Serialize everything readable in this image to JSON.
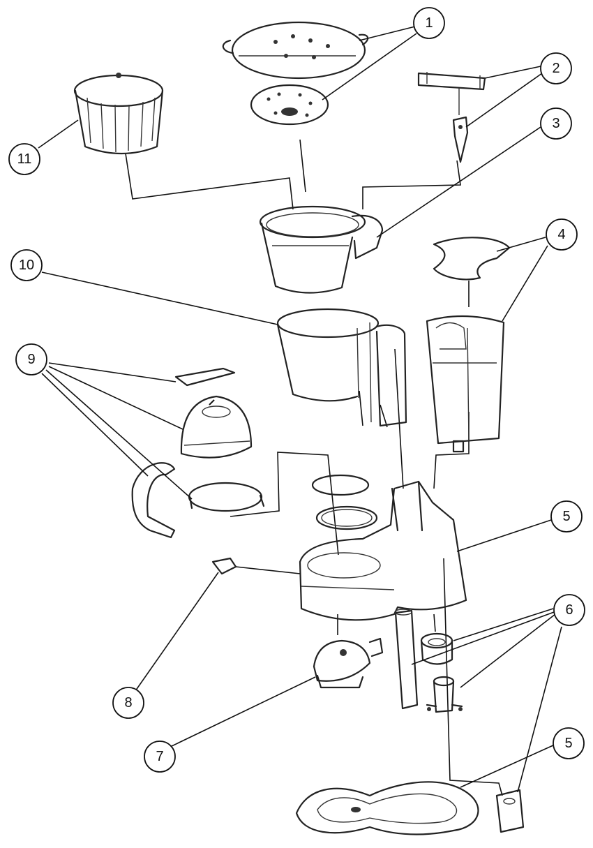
{
  "callouts": [
    "1",
    "2",
    "3",
    "4",
    "5",
    "6",
    "7",
    "8",
    "9",
    "10",
    "11",
    "5"
  ],
  "colors": {
    "line": "#222222",
    "background": "#ffffff"
  },
  "parts": [
    "filter-lid",
    "shower-head",
    "valve-spring",
    "filter-holder",
    "reservoir-lid",
    "water-reservoir",
    "base-housing",
    "carafe",
    "carafe-lid",
    "lid-ring",
    "carafe-handle",
    "seal-rings",
    "switch",
    "heating-element",
    "tube",
    "grommet",
    "check-valve",
    "bottom-plate",
    "clip",
    "filter-basket"
  ]
}
